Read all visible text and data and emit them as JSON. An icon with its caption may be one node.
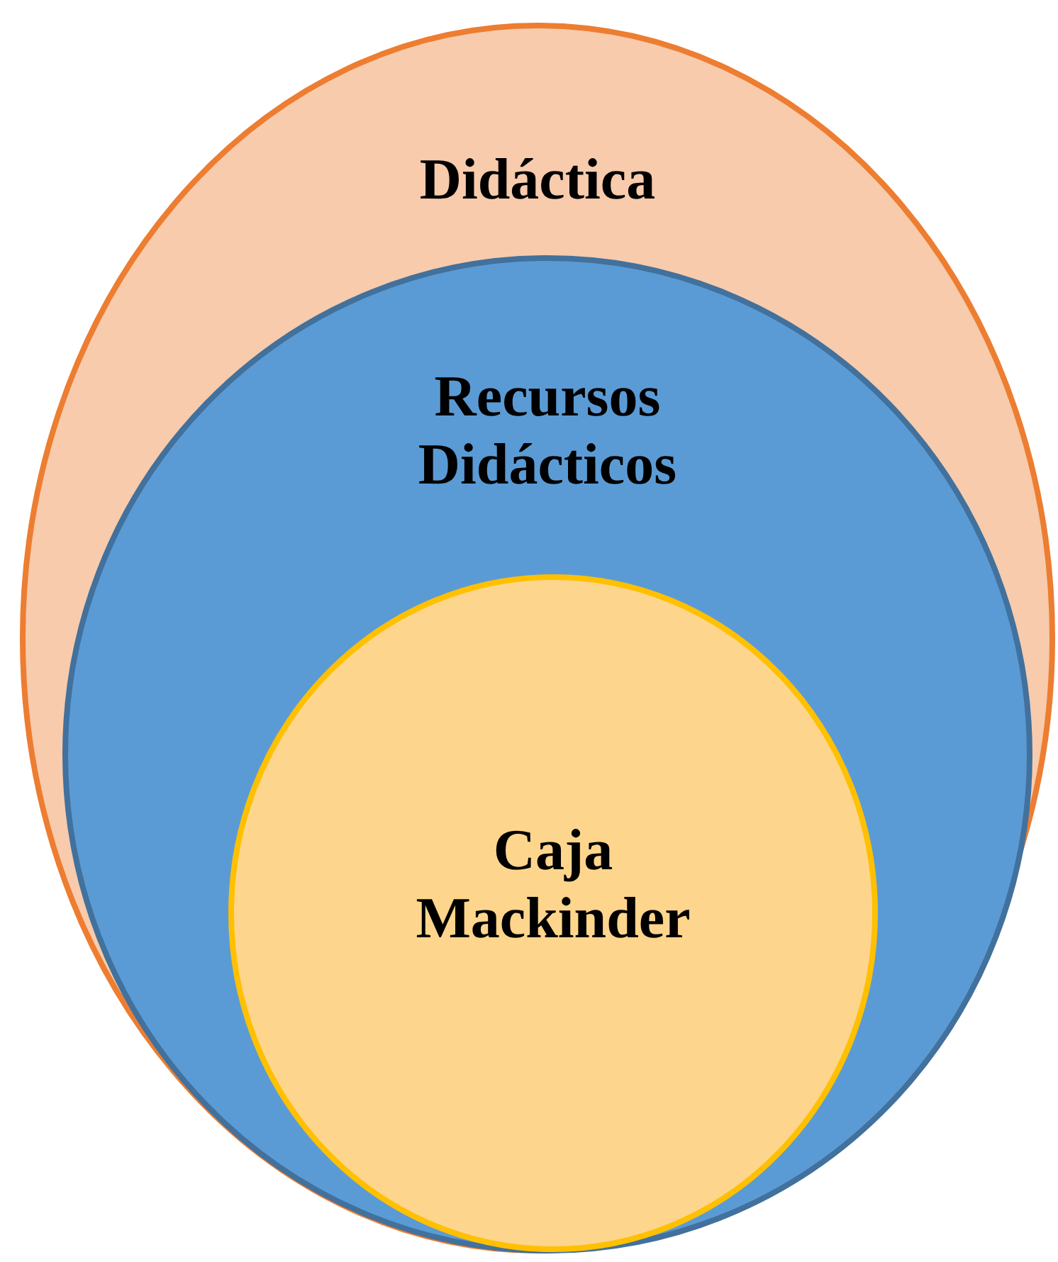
{
  "diagram": {
    "nodes": [
      {
        "text": [
          "Didáctica"
        ]
      },
      {
        "text": [
          "Recursos Didácticos"
        ],
        "in": 0
      },
      {
        "text": [
          "Caja Mackinder"
        ],
        "in": 1
      }
    ]
  }
}
